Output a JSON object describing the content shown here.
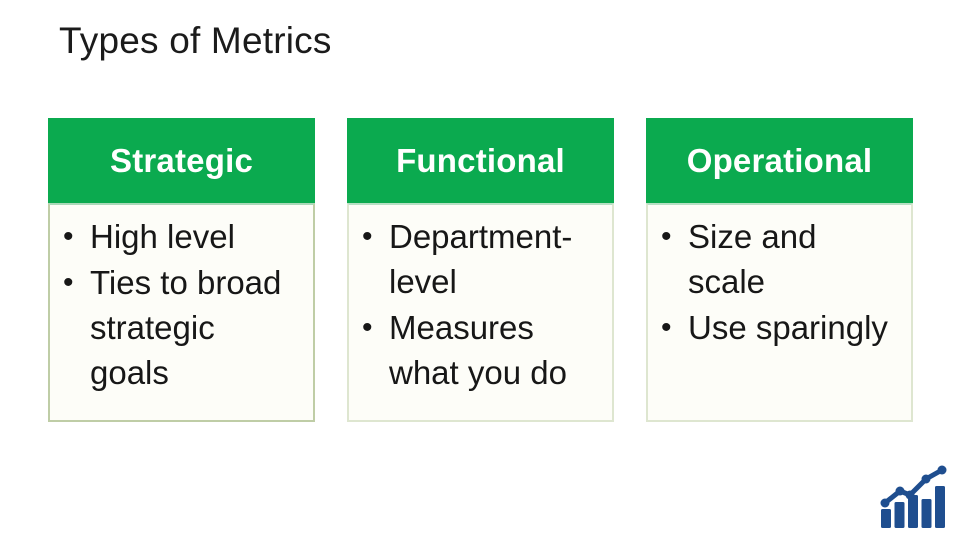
{
  "slide": {
    "title": "Types of Metrics",
    "bullet_char": "•",
    "columns": [
      {
        "header": "Strategic",
        "bullets": [
          "High level",
          "Ties to broad\nstrategic\ngoals"
        ]
      },
      {
        "header": "Functional",
        "bullets": [
          "Department-\nlevel",
          "Measures\nwhat you do"
        ]
      },
      {
        "header": "Operational",
        "bullets": [
          "Size and\nscale",
          "Use sparingly"
        ]
      }
    ],
    "icon": {
      "name": "bar-chart-trend-icon",
      "color": "#1F4E8F"
    },
    "colors": {
      "header_bg": "#0BAA4F",
      "header_text": "#FFFFFF",
      "body_bg": "#FDFDF8",
      "card1_border": "#BFCDA6",
      "card_border": "#DEE6D0",
      "body_top_border": "#B7E0C4",
      "body_text": "#171717",
      "title_text": "#1B1B1B",
      "background": "#FFFFFF"
    }
  }
}
